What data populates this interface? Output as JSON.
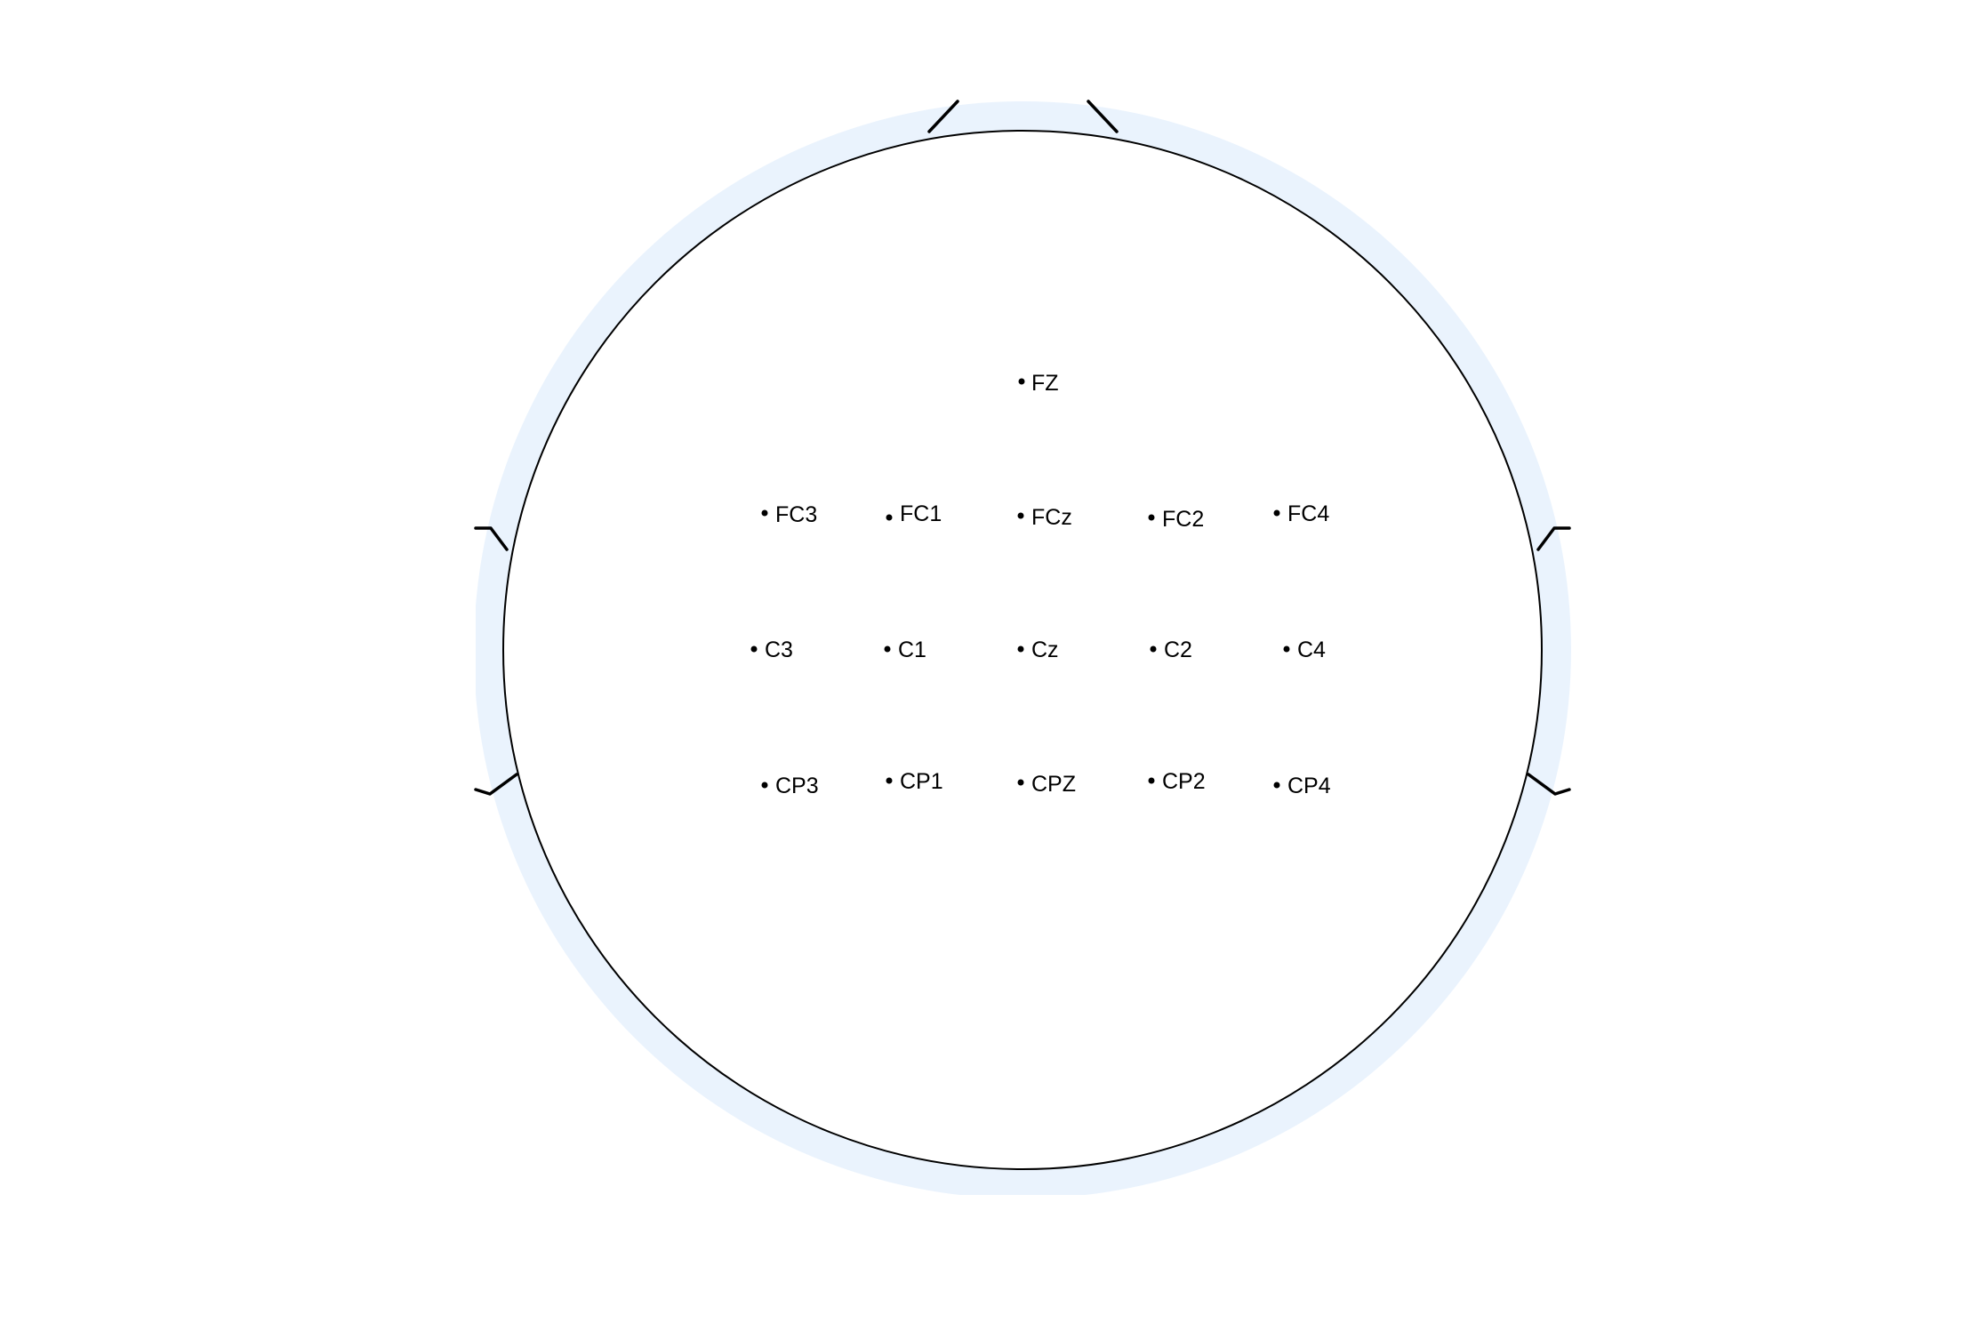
{
  "colors": {
    "background": "#ffffff",
    "head_band": "#eaf3fd",
    "head_outline": "#000000",
    "electrode_dot": "#000000",
    "label_text": "#000000"
  },
  "electrodes": [
    {
      "id": "fz",
      "label": "FZ"
    },
    {
      "id": "fc3",
      "label": "FC3"
    },
    {
      "id": "fc1",
      "label": "FC1"
    },
    {
      "id": "fcz",
      "label": "FCz"
    },
    {
      "id": "fc2",
      "label": "FC2"
    },
    {
      "id": "fc4",
      "label": "FC4"
    },
    {
      "id": "c3",
      "label": "C3"
    },
    {
      "id": "c1",
      "label": "C1"
    },
    {
      "id": "cz",
      "label": "Cz"
    },
    {
      "id": "c2",
      "label": "C2"
    },
    {
      "id": "c4",
      "label": "C4"
    },
    {
      "id": "cp3",
      "label": "CP3"
    },
    {
      "id": "cp1",
      "label": "CP1"
    },
    {
      "id": "cpz",
      "label": "CPZ"
    },
    {
      "id": "cp2",
      "label": "CP2"
    },
    {
      "id": "cp4",
      "label": "CP4"
    }
  ]
}
